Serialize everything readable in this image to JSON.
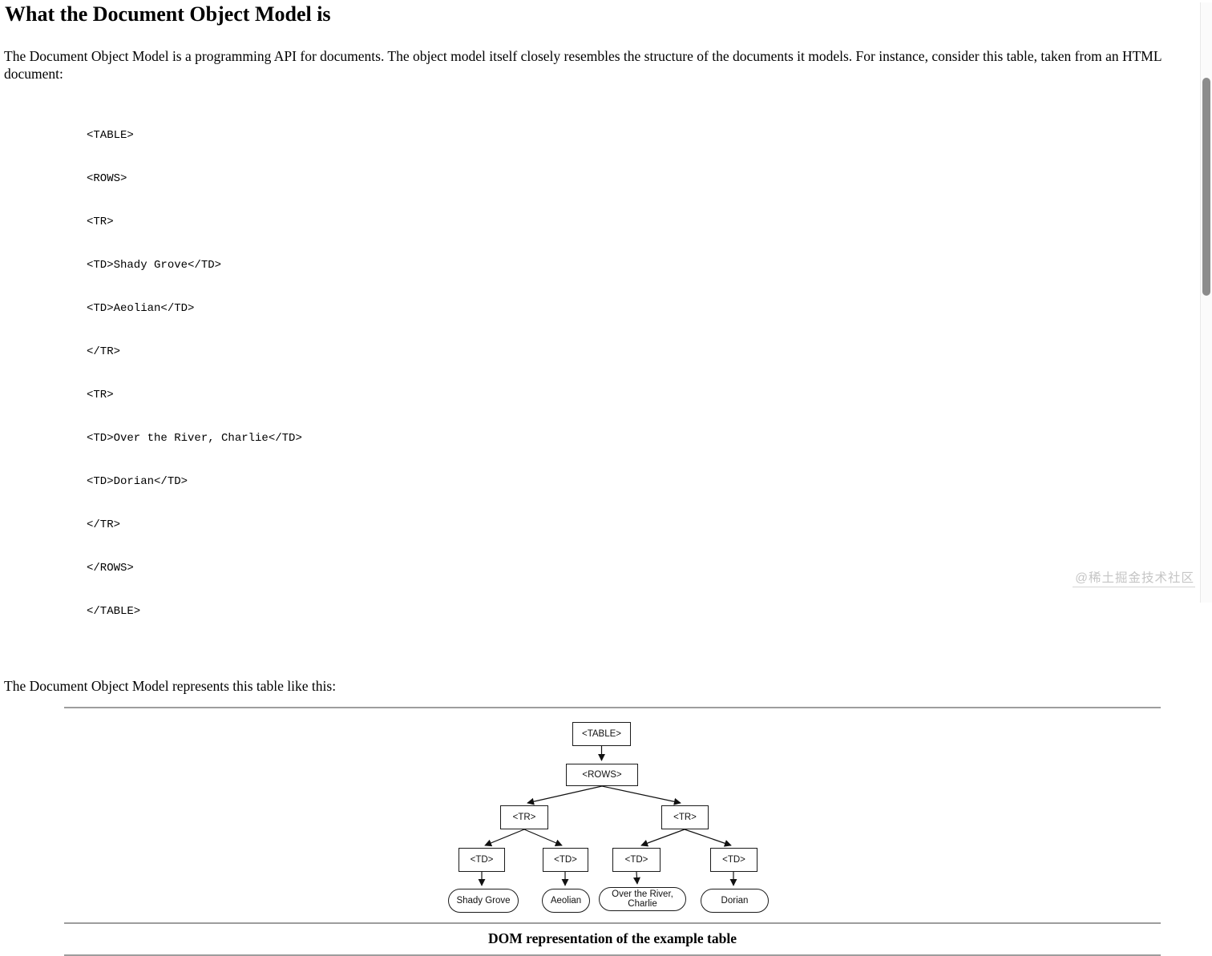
{
  "doc": {
    "heading": "What the Document Object Model is",
    "paragraph1": "The Document Object Model is a programming API for documents. The object model itself closely resembles the structure of the documents it models. For instance, consider this table, taken from an HTML document:",
    "code_lines": [
      "<TABLE>",
      "<ROWS>",
      "<TR>",
      "<TD>Shady Grove</TD>",
      "<TD>Aeolian</TD>",
      "</TR>",
      "<TR>",
      "<TD>Over the River, Charlie</TD>",
      "<TD>Dorian</TD>",
      "</TR>",
      "</ROWS>",
      "</TABLE>"
    ],
    "paragraph2": "The Document Object Model represents this table like this:",
    "figure_caption": "DOM representation of the example table",
    "watermark": "@稀土掘金技术社区"
  },
  "diagram": {
    "type": "tree",
    "nodes": {
      "table": "<TABLE>",
      "rows": "<ROWS>",
      "tr1": "<TR>",
      "tr2": "<TR>",
      "td1": "<TD>",
      "td2": "<TD>",
      "td3": "<TD>",
      "td4": "<TD>",
      "leaf1": "Shady Grove",
      "leaf2": "Aeolian",
      "leaf3": "Over the River, Charlie",
      "leaf4": "Dorian"
    },
    "edges": [
      [
        "table",
        "rows"
      ],
      [
        "rows",
        "tr1"
      ],
      [
        "rows",
        "tr2"
      ],
      [
        "tr1",
        "td1"
      ],
      [
        "tr1",
        "td2"
      ],
      [
        "tr2",
        "td3"
      ],
      [
        "tr2",
        "td4"
      ],
      [
        "td1",
        "leaf1"
      ],
      [
        "td2",
        "leaf2"
      ],
      [
        "td3",
        "leaf3"
      ],
      [
        "td4",
        "leaf4"
      ]
    ]
  },
  "colors": {
    "text": "#000000",
    "rule_gray": "#9d9d9d",
    "watermark_gray": "#c5c5c5",
    "scrollbar_thumb": "#8c8c8c"
  }
}
